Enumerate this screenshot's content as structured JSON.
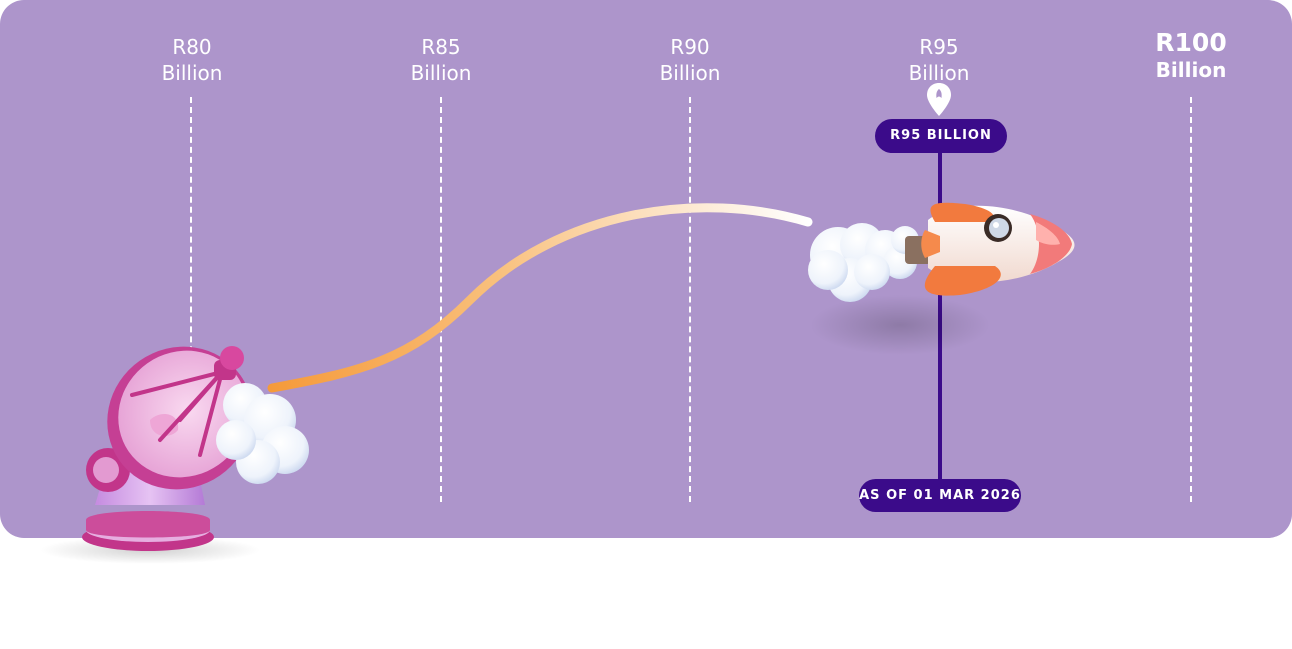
{
  "milestones": [
    {
      "amount": "R80",
      "unit": "Billion"
    },
    {
      "amount": "R85",
      "unit": "Billion"
    },
    {
      "amount": "R90",
      "unit": "Billion"
    },
    {
      "amount": "R95",
      "unit": "Billion"
    },
    {
      "amount": "R100",
      "unit": "Billion"
    }
  ],
  "current": {
    "value_label": "R95 BILLION",
    "date_label": "AS OF 01 MAR 2026"
  },
  "colors": {
    "panel": "#ad95cb",
    "accent": "#3b0b8a",
    "trail": "#f5a646",
    "guide": "#ffffff"
  },
  "icons": [
    "satellite-dish-icon",
    "rocket-icon",
    "location-pin-icon",
    "cloud-icon"
  ]
}
